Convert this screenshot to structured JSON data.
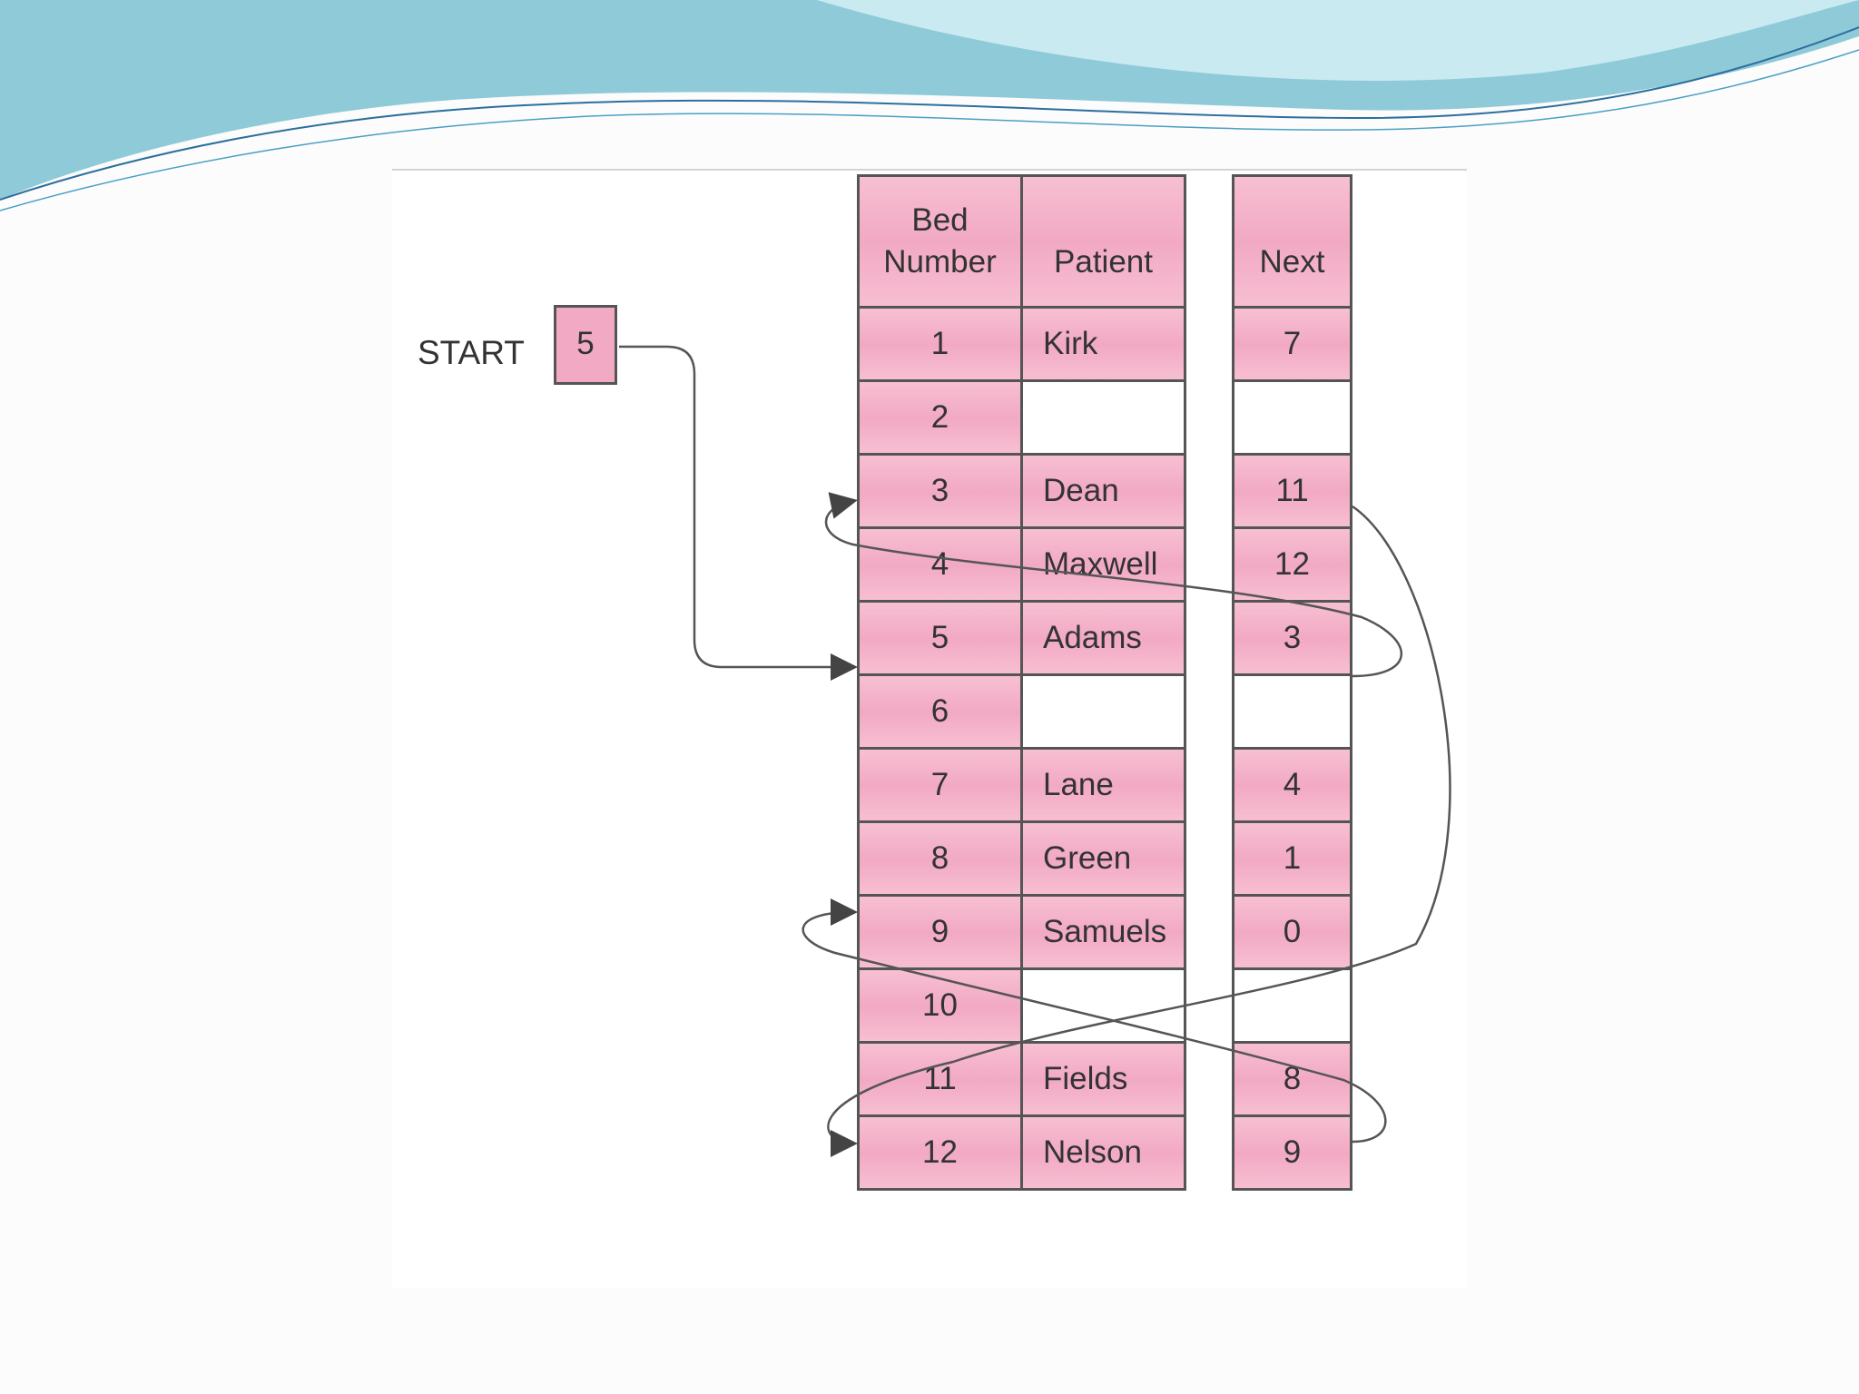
{
  "start": {
    "label": "START",
    "value": "5"
  },
  "headers": {
    "bed_line1": "Bed",
    "bed_line2": "Number",
    "patient": "Patient",
    "next": "Next"
  },
  "rows": [
    {
      "bed": "1",
      "patient": "Kirk",
      "next": "7"
    },
    {
      "bed": "2",
      "patient": "",
      "next": ""
    },
    {
      "bed": "3",
      "patient": "Dean",
      "next": "11"
    },
    {
      "bed": "4",
      "patient": "Maxwell",
      "next": "12"
    },
    {
      "bed": "5",
      "patient": "Adams",
      "next": "3"
    },
    {
      "bed": "6",
      "patient": "",
      "next": ""
    },
    {
      "bed": "7",
      "patient": "Lane",
      "next": "4"
    },
    {
      "bed": "8",
      "patient": "Green",
      "next": "1"
    },
    {
      "bed": "9",
      "patient": "Samuels",
      "next": "0"
    },
    {
      "bed": "10",
      "patient": "",
      "next": ""
    },
    {
      "bed": "11",
      "patient": "Fields",
      "next": "8"
    },
    {
      "bed": "12",
      "patient": "Nelson",
      "next": "9"
    }
  ],
  "colors": {
    "cell_fill": "#f2a9c4",
    "border": "#555555",
    "wave_primary": "#7ec7d6",
    "wave_light": "#bfe6ee"
  }
}
